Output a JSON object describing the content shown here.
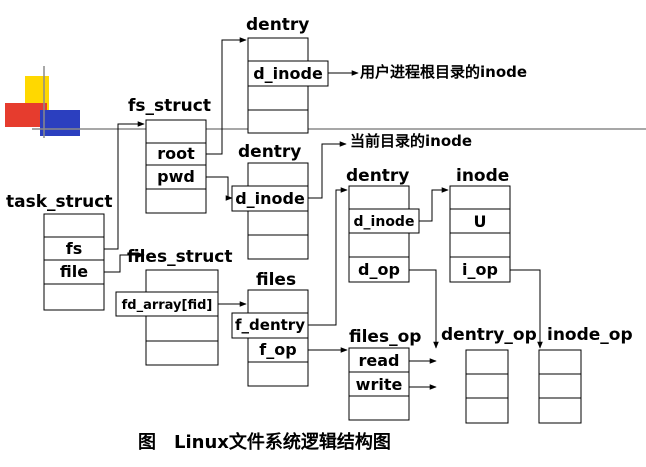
{
  "deco": {
    "yellow": "#ffd800",
    "red": "#e63c2e",
    "blue": "#2b3fbf",
    "line": "#8a8a8a"
  },
  "labels": {
    "dentry_top": "dentry",
    "d_inode_top": "d_inode",
    "root_note": "用户进程根目录的inode",
    "fs_struct": "fs_struct",
    "root": "root",
    "pwd": "pwd",
    "dentry_mid": "dentry",
    "d_inode_mid": "d_inode",
    "cwd_note": "当前目录的inode",
    "dentry_right": "dentry",
    "d_inode_right": "d_inode",
    "d_op": "d_op",
    "inode": "inode",
    "u": "U",
    "i_op": "i_op",
    "task_struct": "task_struct",
    "fs": "fs",
    "file": "file",
    "files_struct": "files_struct",
    "fd_array": "fd_array[fid]",
    "files": "files",
    "f_dentry": "f_dentry",
    "f_op": "f_op",
    "files_op": "files_op",
    "read": "read",
    "write": "write",
    "dentry_op": "dentry_op",
    "inode_op": "inode_op",
    "caption": "图　Linux文件系统逻辑结构图"
  }
}
